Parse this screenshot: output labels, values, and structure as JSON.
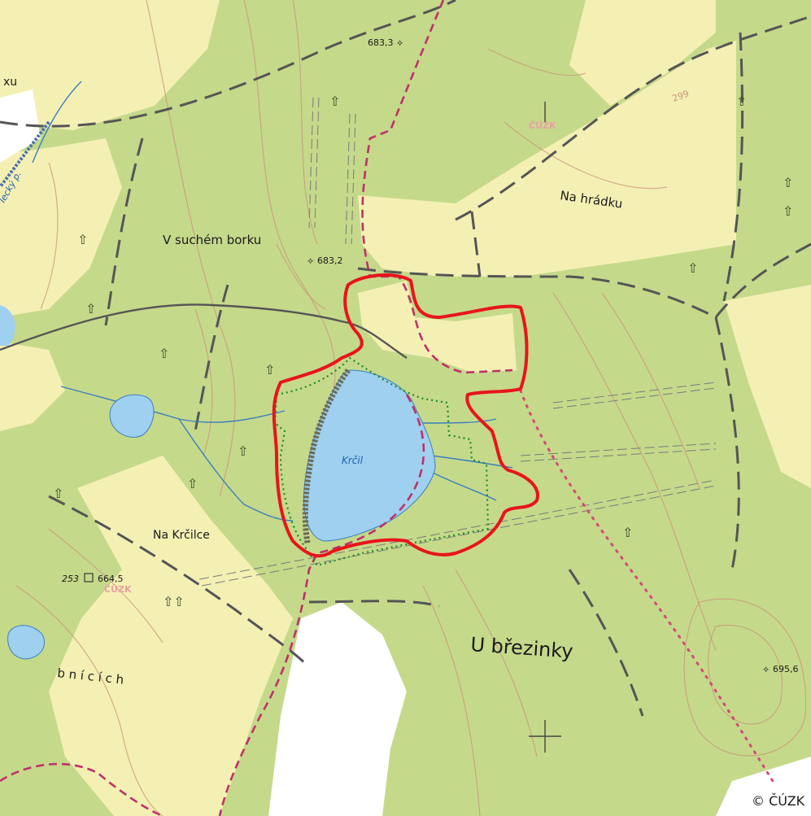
{
  "labels": {
    "v_suchem_borku": "V suchém borku",
    "na_hradku": "Na hrádku",
    "na_krcilce": "Na Krčilce",
    "u_brezinky": "U březinky",
    "pond": "Krčil",
    "bnicich": "b n í c í c h",
    "edge_xu": "xu",
    "stream_name": "lecký p."
  },
  "elevations": {
    "e1": "683,3",
    "e2": "683,2",
    "e3": "664,5",
    "e4": "695,6",
    "pt253": "253",
    "pt299": "299"
  },
  "watermark": "ČÚZK",
  "copyright": "© ČÚZK",
  "colors": {
    "forest": "#c5d98a",
    "meadow": "#f4f0b4",
    "water": "#9fd0ef",
    "boundary": "#e8141c",
    "protected": "#1a8a2a"
  }
}
